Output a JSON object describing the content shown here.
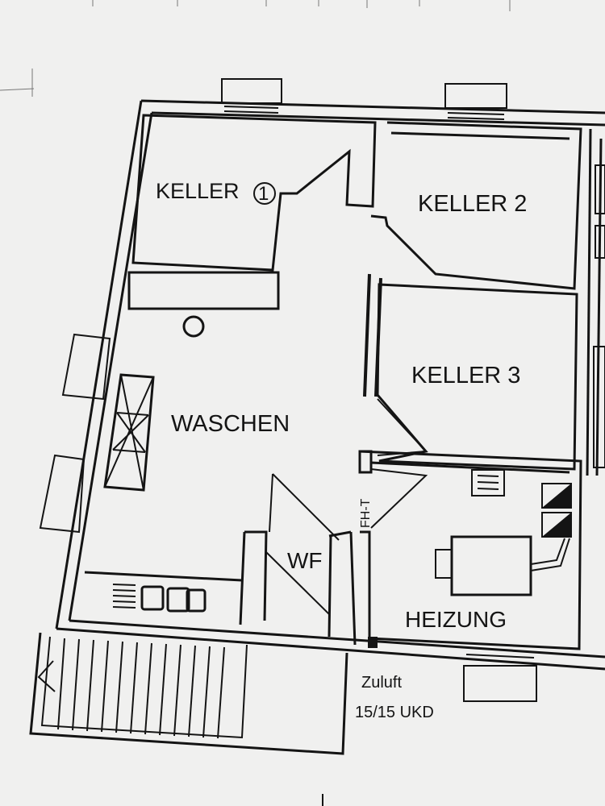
{
  "rooms": {
    "keller1": "KELLER",
    "keller1_number": "1",
    "keller2": "KELLER 2",
    "keller3": "KELLER 3",
    "waschen": "WASCHEN",
    "wf": "WF",
    "heizung": "HEIZUNG"
  },
  "door_label": "FH-T",
  "vent": {
    "line1": "Zuluft",
    "line2": "15/15 UKD"
  }
}
